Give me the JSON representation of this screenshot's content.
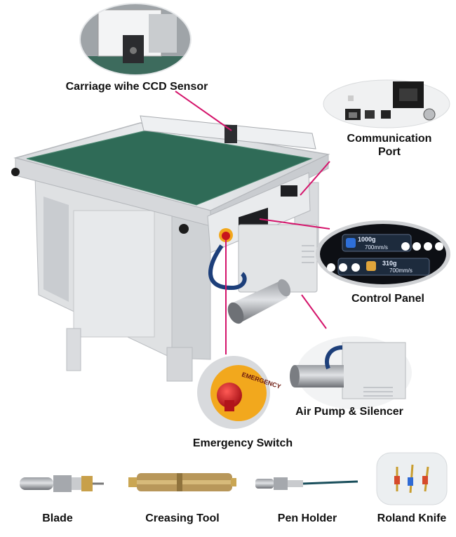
{
  "callouts": {
    "carriage": "Carriage wihe CCD Sensor",
    "comm_line1": "Communication",
    "comm_line2": "Port",
    "control": "Control Panel",
    "air": "Air Pump & Silencer",
    "emergency": "Emergency Switch"
  },
  "control_panel_screen": {
    "pressure_1": "1000g",
    "speed_1": "700mm/s",
    "pressure_2": "310g",
    "speed_2": "700mm/s"
  },
  "emergency_button_text": "EMERGENCY",
  "tools": {
    "blade": "Blade",
    "creasing": "Creasing Tool",
    "pen": "Pen Holder",
    "roland": "Roland Knife"
  },
  "colors": {
    "table_green": "#2f6b57",
    "machine_body": "#e4e6e8",
    "callout_line": "#d4146b",
    "emergency_red": "#c8161d",
    "emergency_yellow": "#f2a81d"
  }
}
